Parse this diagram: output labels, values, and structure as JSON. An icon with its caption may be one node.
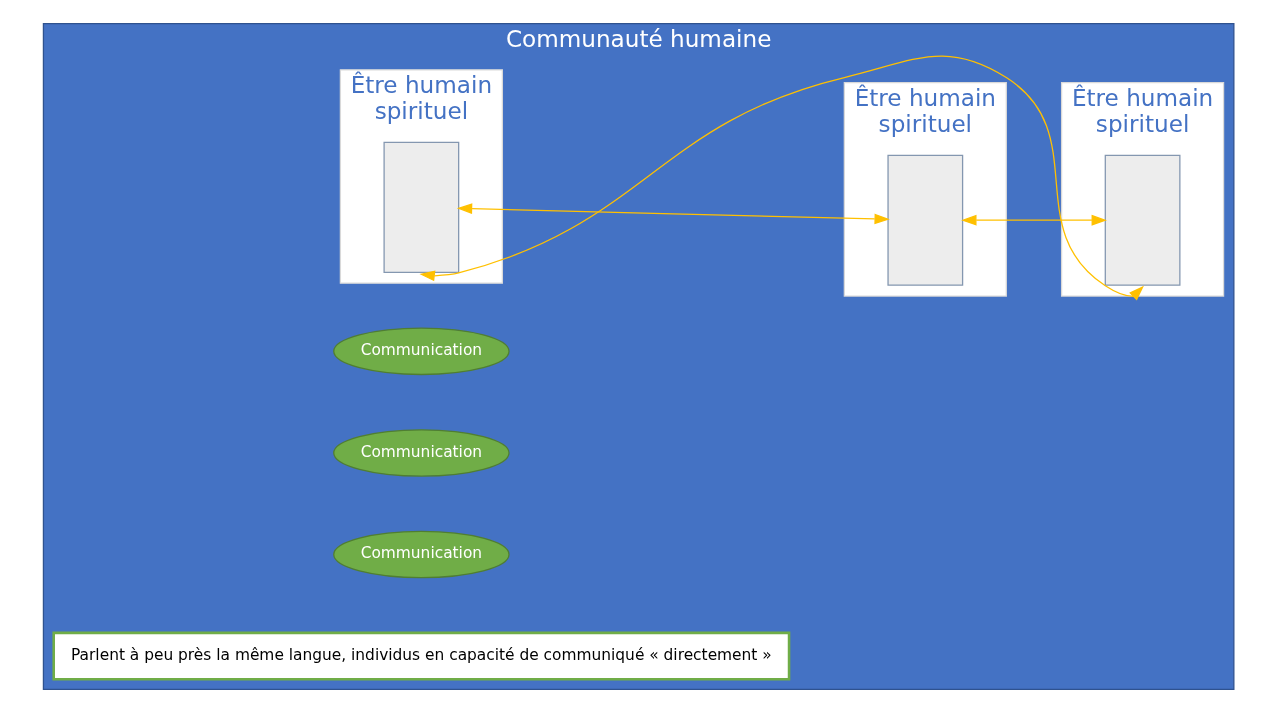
{
  "diagram": {
    "nodes": [
      {
        "text": [
          "Communauté humaine"
        ]
      },
      {
        "text": [
          "Être humain",
          "spirituel"
        ],
        "in": 0
      },
      {
        "text": [],
        "shape": "person",
        "in": 1
      },
      {
        "text": [
          "Communication"
        ],
        "in": 0
      },
      {
        "text": [
          "Communication"
        ],
        "in": 0
      },
      {
        "text": [
          "Être humain",
          "spirituel"
        ],
        "in": 0
      },
      {
        "text": [],
        "shape": "person",
        "in": 5
      },
      {
        "text": [
          "Être humain",
          "spirituel"
        ],
        "in": 0
      },
      {
        "text": [],
        "shape": "person",
        "in": 7
      },
      {
        "text": [
          "Communication"
        ],
        "in": 0
      },
      {
        "text": [
          "Parlent à peu près la même langue, individus en capacité de communiqué « directement »"
        ],
        "in": 0
      }
    ],
    "edges": [
      {
        "from": 6,
        "to": 2,
        "arrow": "both",
        "color": "#ffc000"
      },
      {
        "from": 2,
        "to": 8,
        "arrow": "both",
        "color": "#ffc000"
      },
      {
        "from": 6,
        "to": 8,
        "arrow": "both",
        "color": "#ffc000"
      }
    ]
  }
}
